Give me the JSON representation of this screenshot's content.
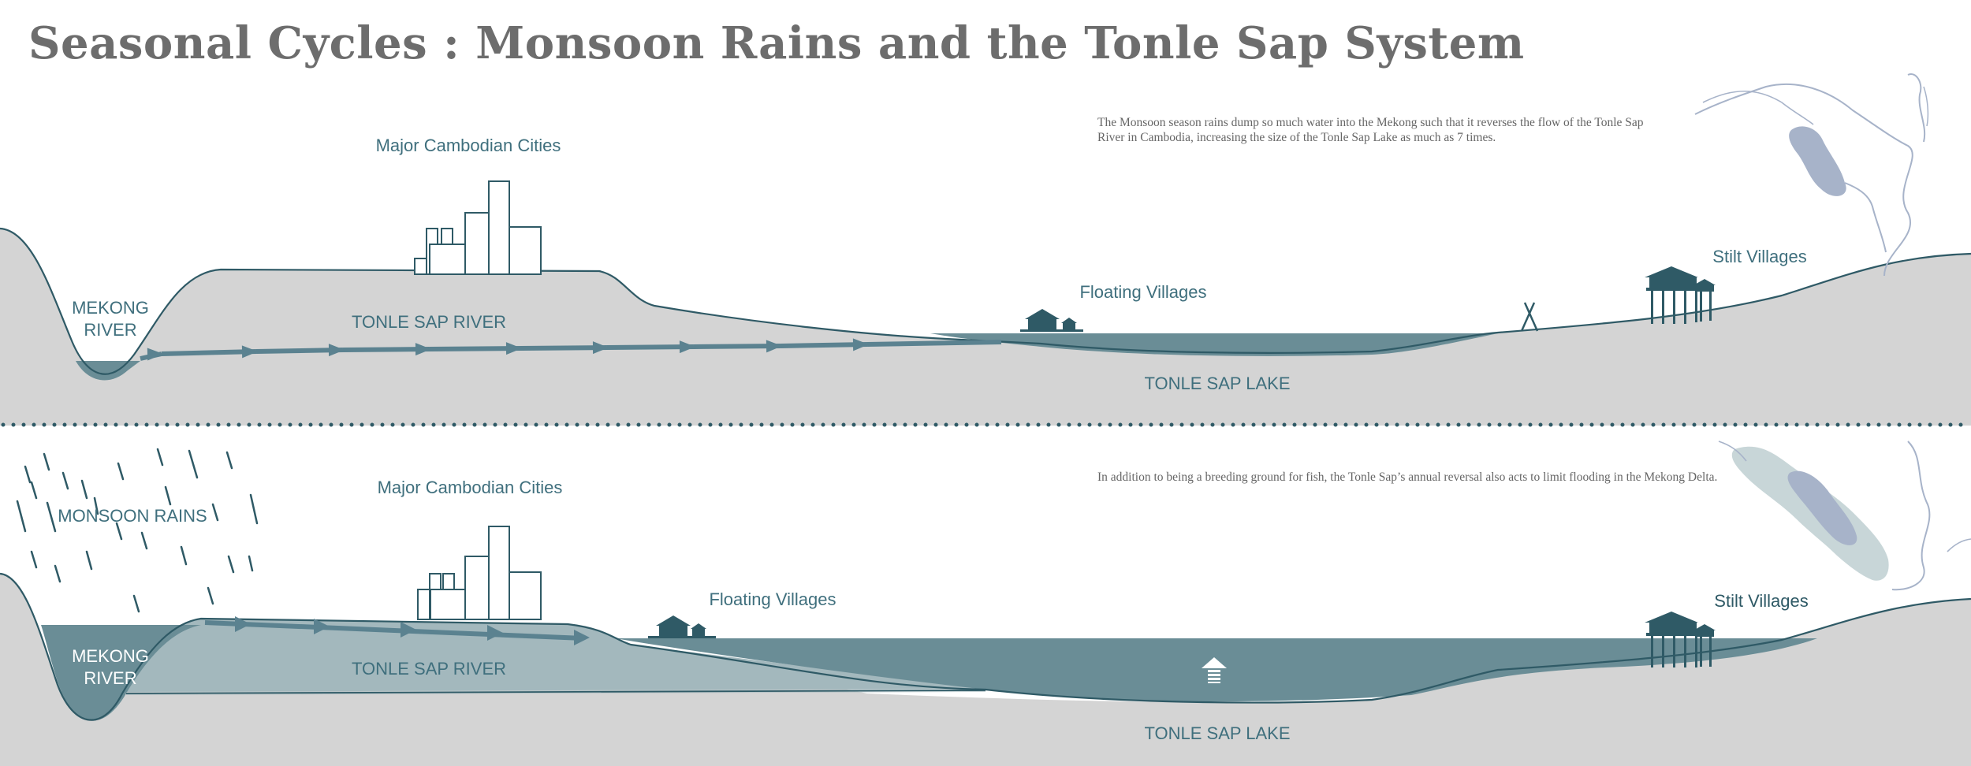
{
  "title": "Seasonal Cycles : Monsoon Rains and the Tonle Sap System",
  "dry_season": {
    "caption": "The Monsoon season rains dump so much water into the Mekong such that it reverses the flow of the Tonle Sap River in Cambodia, increasing the size of the Tonle Sap Lake as much as 7 times.",
    "labels": {
      "major_cities": "Major Cambodian Cities",
      "mekong_line1": "MEKONG",
      "mekong_line2": "RIVER",
      "tonle_sap_river": "TONLE SAP RIVER",
      "floating_villages": "Floating Villages",
      "stilt_villages": "Stilt Villages",
      "tonle_sap_lake": "TONLE SAP LAKE"
    }
  },
  "wet_season": {
    "caption": "In addition to being a breeding ground for fish, the Tonle Sap’s annual reversal also acts to limit flooding in the Mekong Delta.",
    "labels": {
      "monsoon_rains": "MONSOON RAINS",
      "major_cities": "Major Cambodian Cities",
      "mekong_line1": "MEKONG",
      "mekong_line2": "RIVER",
      "tonle_sap_river": "TONLE SAP RIVER",
      "floating_villages": "Floating Villages",
      "stilt_villages": "Stilt Villages",
      "tonle_sap_lake": "TONLE SAP LAKE"
    }
  },
  "colors": {
    "ground": "#d4d4d4",
    "water": "#6a8d96",
    "water_light": "#a3b8bd",
    "outline": "#2f5a66",
    "text": "#3f6f7d",
    "title": "#6d6d6d"
  }
}
